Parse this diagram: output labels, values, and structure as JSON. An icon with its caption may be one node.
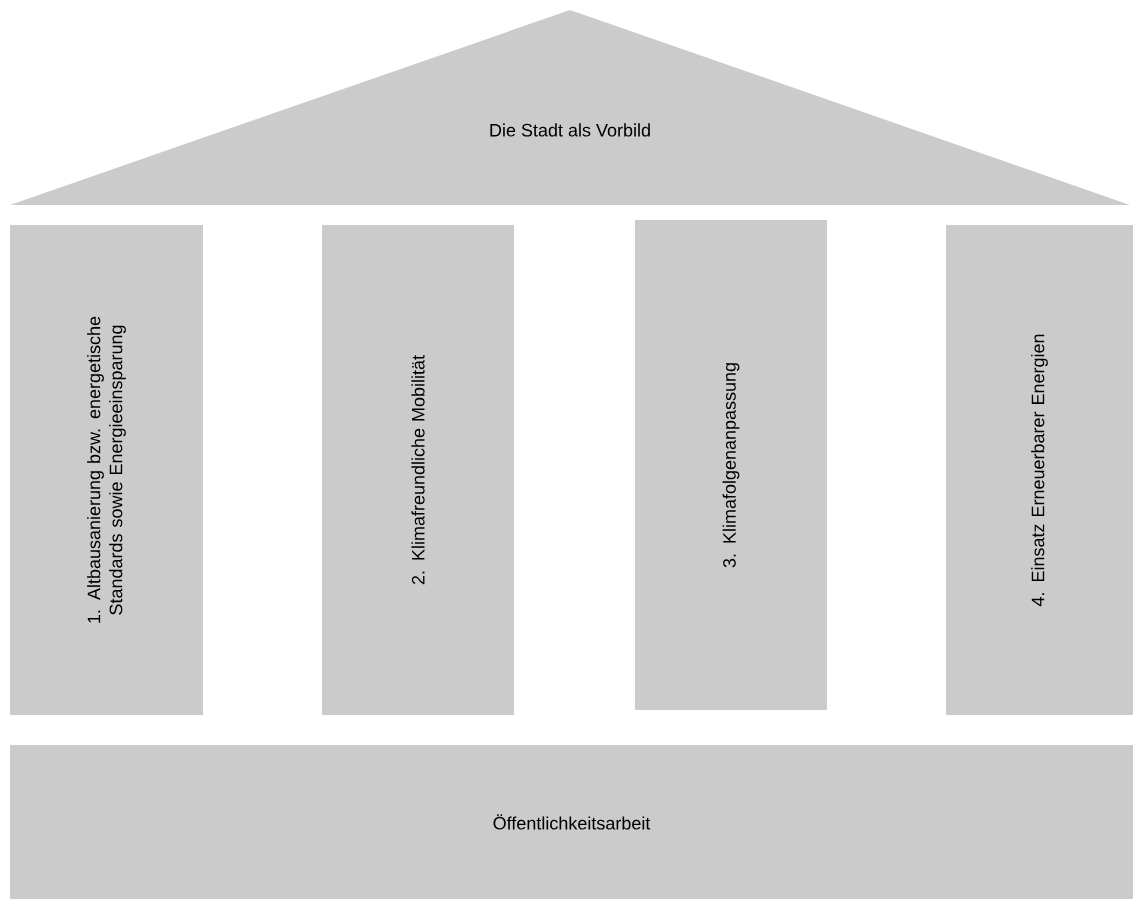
{
  "diagram": {
    "nodes": [
      {
        "text": [
          "Die Stadt als Vorbild"
        ]
      },
      {
        "text": [
          "1. Altbausanierung bzw. energetische Standards sowie Energieeinsparung"
        ]
      },
      {
        "text": [
          "2. Klimafreundliche Mobilität"
        ]
      },
      {
        "text": [
          "3. Klimafolgenanpassung"
        ]
      },
      {
        "text": [
          "4. Einsatz Erneuerbarer Energien"
        ]
      },
      {
        "text": [
          "Öffentlichkeitsarbeit"
        ]
      }
    ]
  }
}
